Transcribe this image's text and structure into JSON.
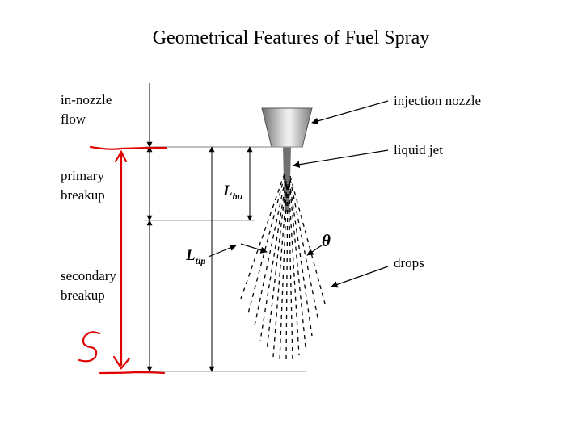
{
  "title": "Geometrical Features of Fuel Spray",
  "regions": {
    "in_nozzle_flow": "in-nozzle\nflow",
    "primary_breakup": "primary\nbreakup",
    "secondary_breakup": "secondary\nbreakup"
  },
  "callouts": {
    "injection_nozzle": "injection nozzle",
    "liquid_jet": "liquid jet",
    "drops": "drops"
  },
  "symbols": {
    "breakup_length": "L",
    "breakup_length_sub": "bu",
    "tip_length": "L",
    "tip_length_sub": "tip",
    "spray_angle": "θ"
  },
  "annotations": {
    "handwritten_mark": "S"
  },
  "colors": {
    "line": "#000000",
    "annotation": "#e00000",
    "nozzle_dark": "#6e6e6e",
    "nozzle_light": "#e4e4e4",
    "jet": "#707070"
  }
}
